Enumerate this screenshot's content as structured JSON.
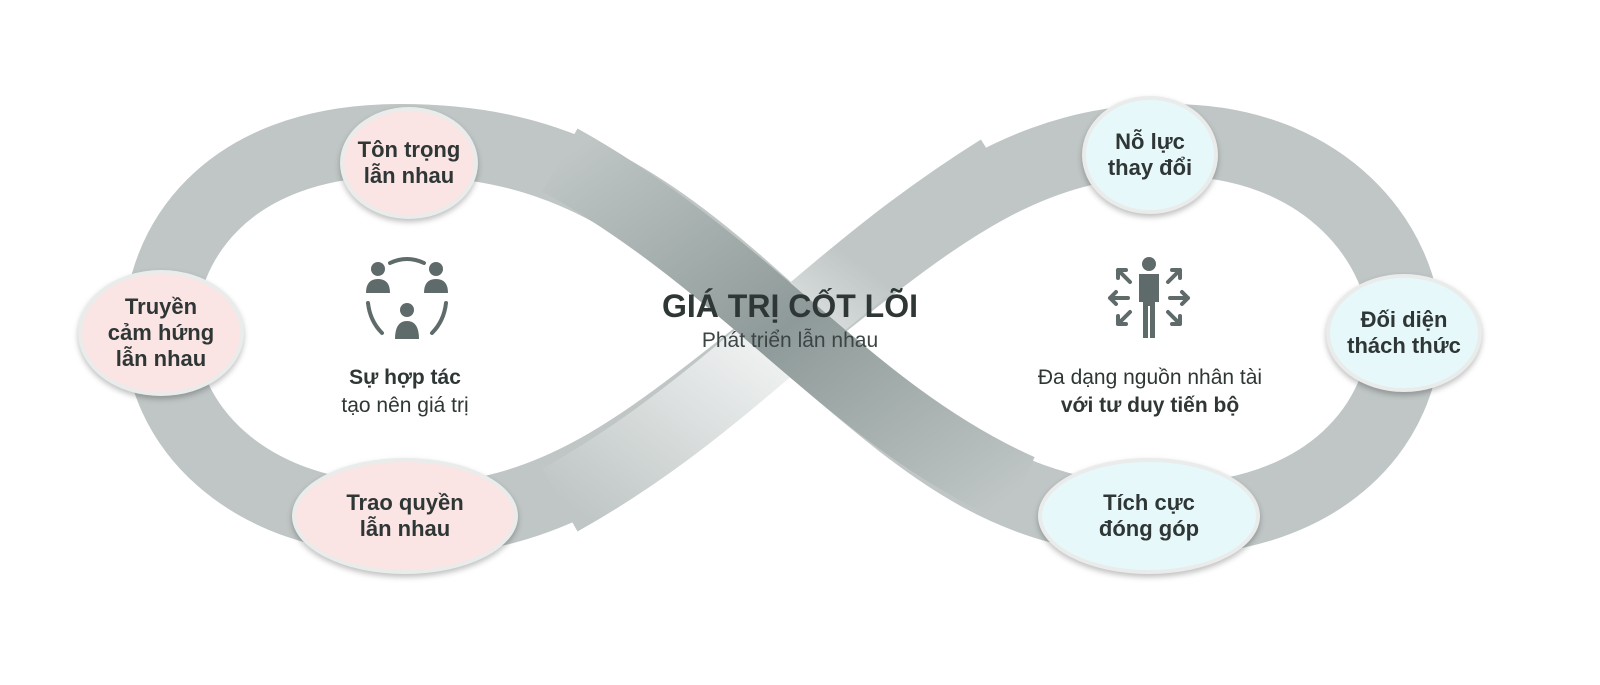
{
  "center": {
    "title": "GIÁ TRỊ CỐT LÕI",
    "subtitle": "Phát triển lẫn nhau"
  },
  "left": {
    "caption_bold": "Sự hợp tác",
    "caption": "tạo nên giá trị",
    "icon": "team-collaboration-icon",
    "nodes": [
      {
        "label": "Tôn trọng\nlẫn nhau"
      },
      {
        "label": "Truyền\ncảm hứng\nlẫn nhau"
      },
      {
        "label": "Trao quyền\nlẫn nhau"
      }
    ]
  },
  "right": {
    "caption": "Đa dạng nguồn nhân tài",
    "caption_bold": "với tư duy tiến bộ",
    "icon": "person-expand-arrows-icon",
    "nodes": [
      {
        "label": "Nỗ lực\nthay đổi"
      },
      {
        "label": "Đối diện\nthách thức"
      },
      {
        "label": "Tích cực\nđóng góp"
      }
    ]
  },
  "colors": {
    "band": "#bfc6c5",
    "pink": "#fbe4e4",
    "blue": "#e7f8fa",
    "icon": "#5f6b6a"
  }
}
